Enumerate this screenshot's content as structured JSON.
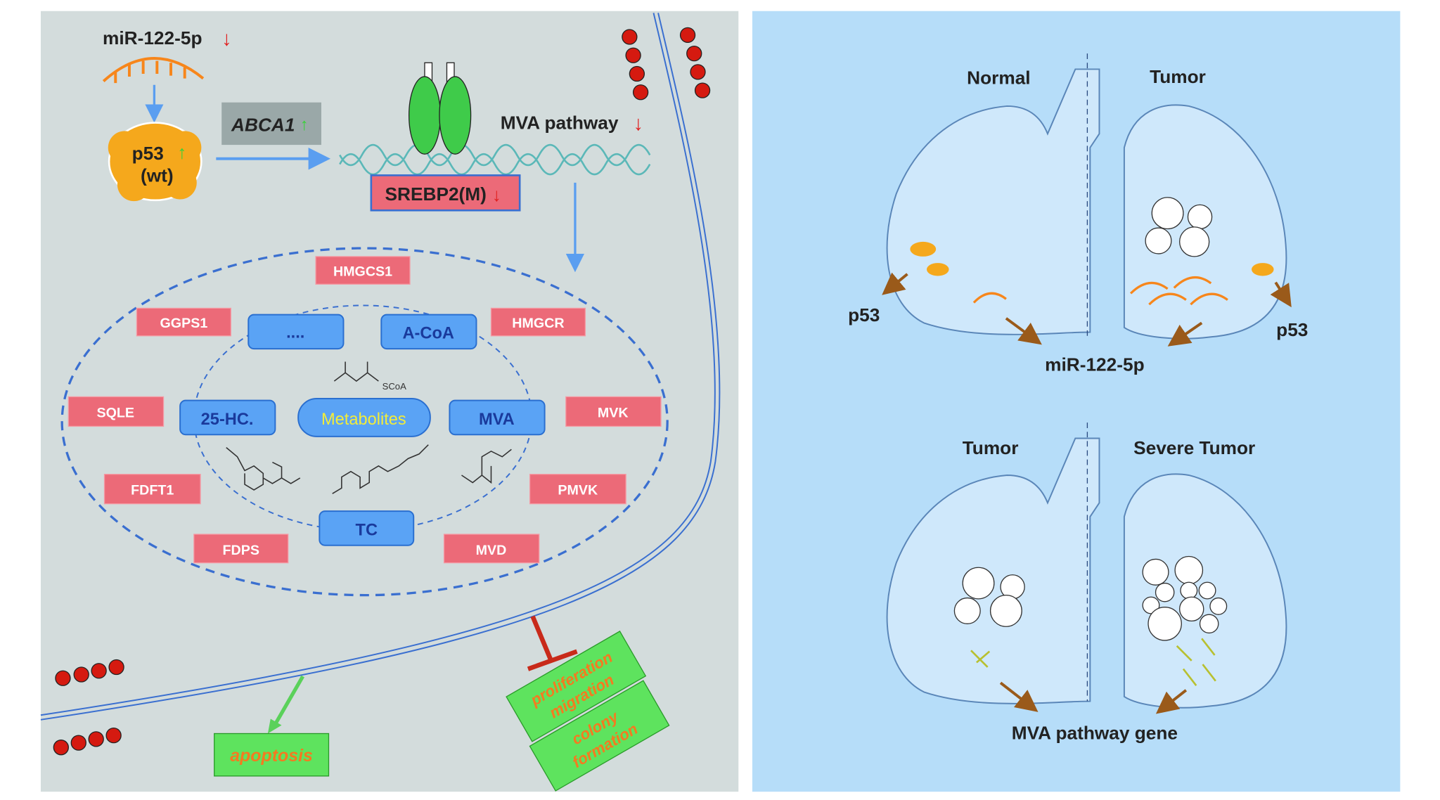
{
  "left_panel": {
    "mirna_label": "miR-122-5p",
    "p53_label": "p53",
    "p53_sub": "(wt)",
    "abca1_label": "ABCA1",
    "mva_pathway_label": "MVA pathway",
    "srebp2_label": "SREBP2(M)",
    "genes": [
      "HMGCS1",
      "GGPS1",
      "HMGCR",
      "SQLE",
      "MVK",
      "FDFT1",
      "PMVK",
      "FDPS",
      "MVD"
    ],
    "metabolites": [
      "....",
      "A-CoA",
      "25-HC.",
      "Metabolites",
      "MVA",
      "TC"
    ],
    "scoa_label": "SCoA",
    "outcomes": {
      "apoptosis": "apoptosis",
      "proliferation": "proliferation",
      "migration": "migration",
      "colony": "colony",
      "formation": "formation"
    },
    "colors": {
      "down_arrow": "#e02020",
      "up_arrow": "#3ad13a",
      "gene_box": "#ec6a78",
      "metabolite_box": "#5aa3f5",
      "p53": "#f5a81c",
      "outcome_box": "#5ee35e"
    }
  },
  "right_panel": {
    "top": {
      "left_title": "Normal",
      "right_title": "Tumor",
      "p53_left": "p53",
      "p53_right": "p53",
      "mirna": "miR-122-5p"
    },
    "bottom": {
      "left_title": "Tumor",
      "right_title": "Severe Tumor",
      "gene_label": "MVA pathway gene"
    }
  }
}
